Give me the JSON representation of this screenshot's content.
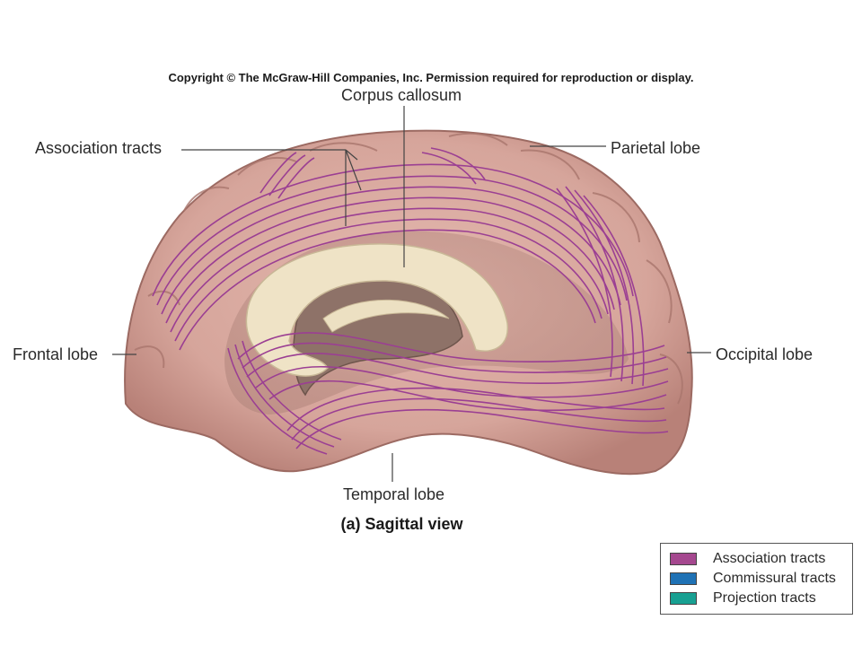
{
  "copyright": "Copyright © The McGraw-Hill Companies, Inc. Permission required for reproduction or display.",
  "labels": {
    "corpus_callosum": "Corpus callosum",
    "association_tracts": "Association tracts",
    "parietal_lobe": "Parietal lobe",
    "frontal_lobe": "Frontal lobe",
    "occipital_lobe": "Occipital lobe",
    "temporal_lobe": "Temporal lobe"
  },
  "caption": "(a) Sagittal view",
  "legend": [
    {
      "label": "Association tracts",
      "color": "#a5488f"
    },
    {
      "label": "Commissural tracts",
      "color": "#1f72b5"
    },
    {
      "label": "Projection tracts",
      "color": "#18a092"
    }
  ],
  "colors": {
    "brain": "#d9aaa0",
    "brain_dark": "#b07e76",
    "tracts": "#9b3f93",
    "corpus": "#efe3c6",
    "ventricle": "#8f7368"
  }
}
